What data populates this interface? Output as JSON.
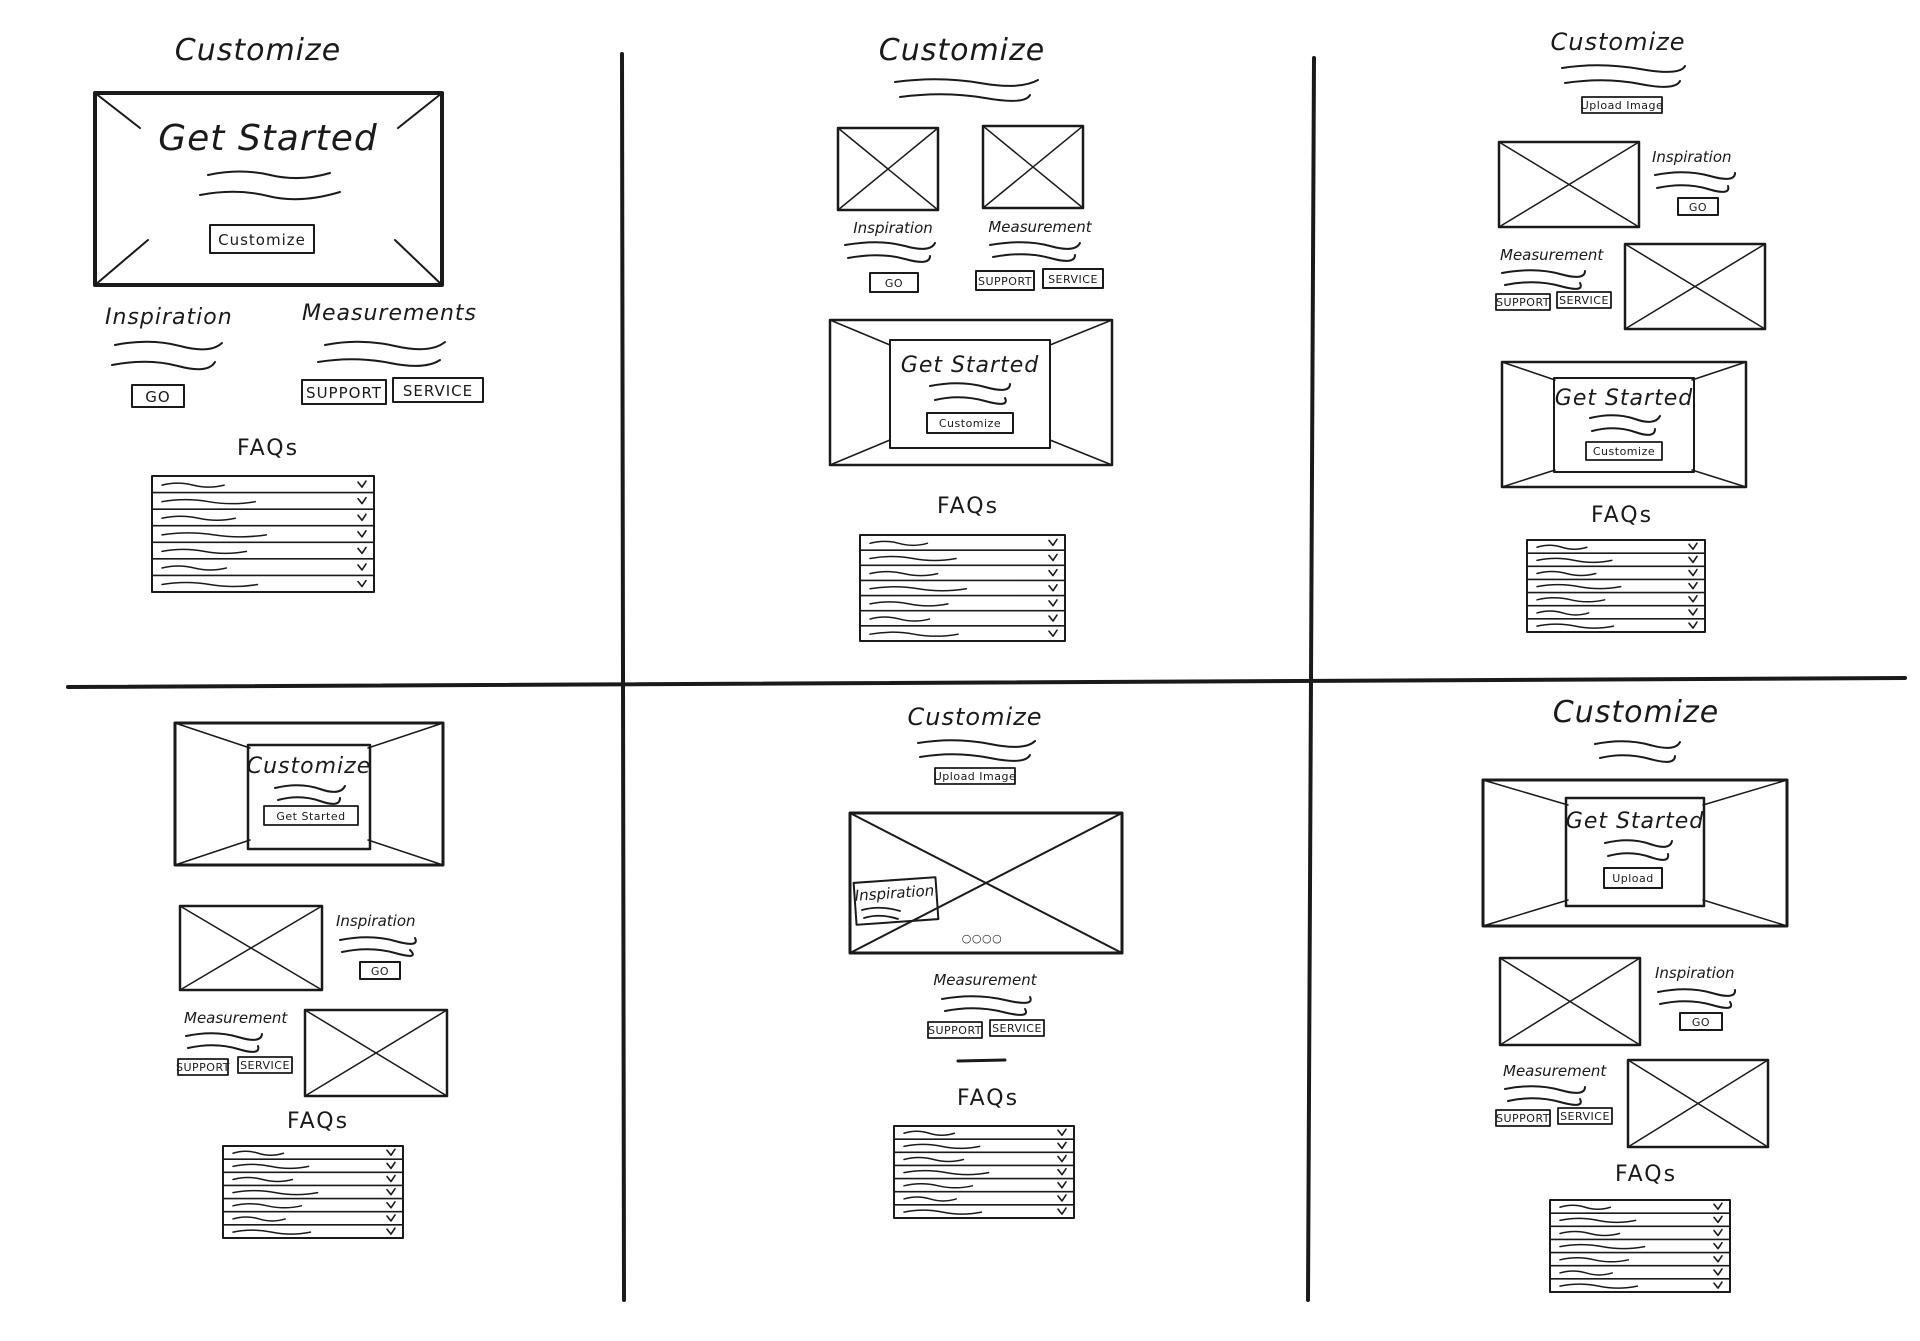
{
  "sketches": [
    {
      "customize_title": "Customize",
      "hero_title": "Get Started",
      "hero_button": "Customize",
      "inspiration_label": "Inspiration",
      "measurement_label": "Measurements",
      "go_button": "GO",
      "support_button": "SUPPORT",
      "service_button": "SERVICE",
      "faq_title": "FAQs"
    },
    {
      "customize_title": "Customize",
      "inspiration_label": "Inspiration",
      "measurement_label": "Measurement",
      "go_button": "GO",
      "support_button": "SUPPORT",
      "service_button": "SERVICE",
      "hero_title": "Get Started",
      "hero_button": "Customize",
      "faq_title": "FAQs"
    },
    {
      "customize_title": "Customize",
      "upload_button": "Upload Image",
      "inspiration_label": "Inspiration",
      "go_button": "GO",
      "measurement_label": "Measurement",
      "support_button": "SUPPORT",
      "service_button": "SERVICE",
      "hero_title": "Get Started",
      "hero_button": "Customize",
      "faq_title": "FAQs"
    },
    {
      "hero_title": "Customize",
      "hero_button": "Get Started",
      "inspiration_label": "Inspiration",
      "go_button": "GO",
      "measurement_label": "Measurement",
      "support_button": "SUPPORT",
      "service_button": "SERVICE",
      "faq_title": "FAQs"
    },
    {
      "customize_title": "Customize",
      "upload_button": "Upload Image",
      "carousel_label": "Inspiration",
      "carousel_dots": "○○○○",
      "measurement_label": "Measurement",
      "support_button": "SUPPORT",
      "service_button": "SERVICE",
      "faq_title": "FAQs"
    },
    {
      "customize_title": "Customize",
      "hero_title": "Get Started",
      "hero_button": "Upload",
      "inspiration_label": "Inspiration",
      "go_button": "GO",
      "measurement_label": "Measurement",
      "support_button": "SUPPORT",
      "service_button": "SERVICE",
      "faq_title": "FAQs"
    }
  ]
}
